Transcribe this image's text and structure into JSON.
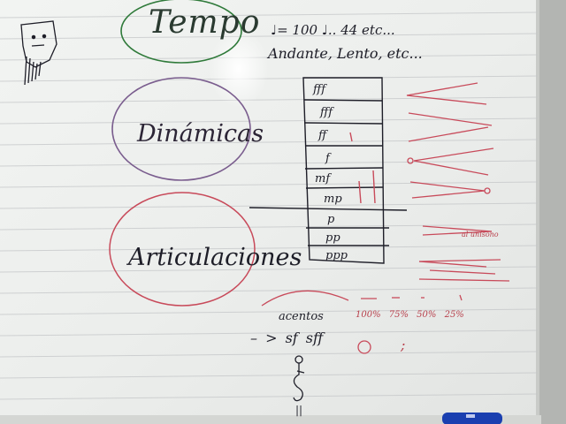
{
  "titles": {
    "tempo": "Tempo",
    "dinamicas": "Dinámicas",
    "articulaciones": "Articulaciones"
  },
  "tempo_notes": {
    "line1": "♩= 100   ♩.. 44  etc...",
    "line2": "Andante, Lento, etc..."
  },
  "dynamics": [
    "fff",
    "fff",
    "ff",
    "f",
    "mf",
    "mp",
    "p",
    "pp",
    "ppp"
  ],
  "articulation_notes": {
    "percentages": "100%  75%  50%  25%",
    "acentos": "acentos",
    "accent_row": "– >  sf  sff",
    "al_unisono": "al unísono",
    "fermata": "⊙",
    "semicolon": ";",
    "double_bar": "||"
  },
  "colors": {
    "board": "#eef0ee",
    "marker_black": "#1e1e28",
    "marker_red": "#b8404c",
    "marker_green": "#2f7a3a",
    "marker_purple": "#7a5d8e",
    "marker_blue": "#1a3fb0",
    "frame": "#a9aba8"
  }
}
